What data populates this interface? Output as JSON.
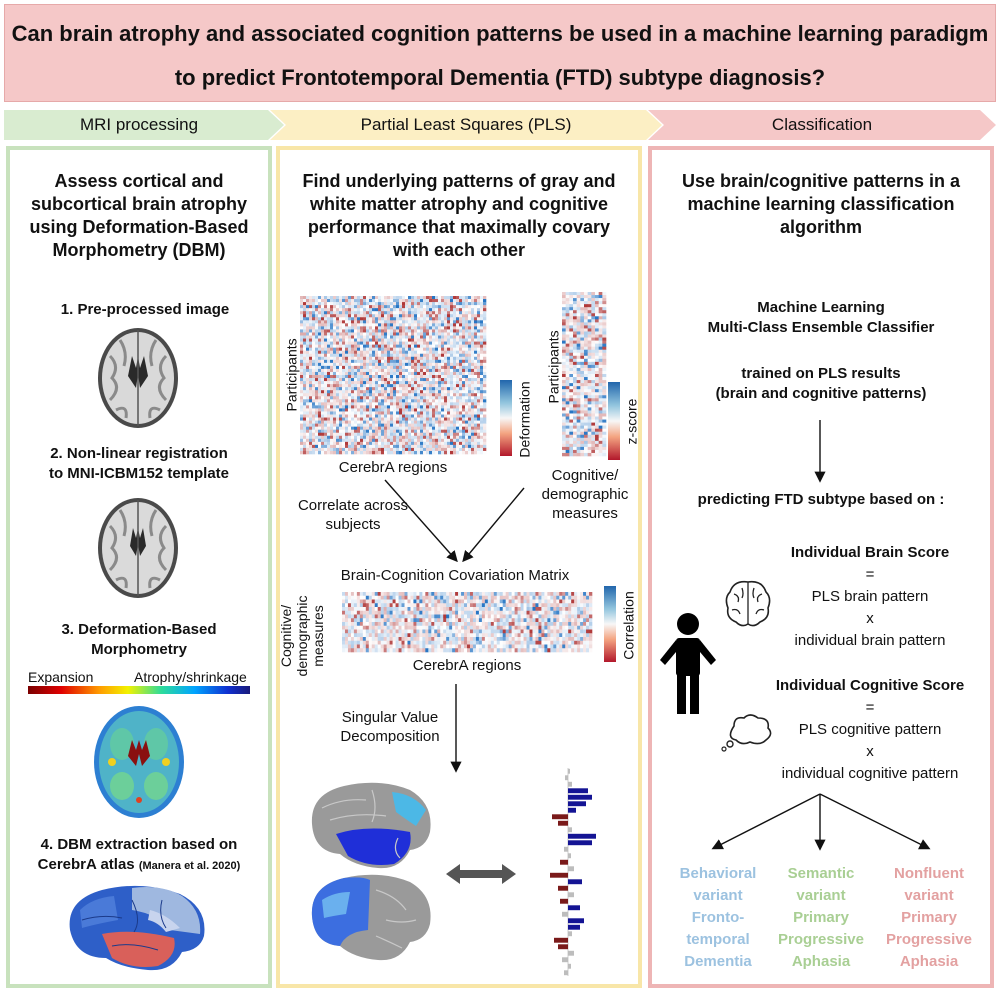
{
  "title": {
    "line1": "Can brain atrophy and associated cognition patterns be used in a machine learning paradigm",
    "line2": "to predict Frontotemporal Dementia (FTD) subtype diagnosis?"
  },
  "stages": {
    "mri": "MRI processing",
    "pls": "Partial Least Squares (PLS)",
    "classification": "Classification"
  },
  "mri_panel": {
    "heading": [
      "Assess cortical and",
      "subcortical brain atrophy",
      "using Deformation-Based",
      "Morphometry (DBM)"
    ],
    "step1": "1.  Pre-processed image",
    "step2": [
      "2. Non-linear registration",
      "to MNI-ICBM152 template"
    ],
    "step3": [
      "3. Deformation-Based",
      "Morphometry"
    ],
    "colorbar_left": "Expansion",
    "colorbar_right": "Atrophy/shrinkage",
    "step4": [
      "4. DBM extraction based on",
      "CerebrA atlas"
    ],
    "step4_ref": "(Manera et al. 2020)"
  },
  "pls_panel": {
    "heading": [
      "Find underlying patterns of gray and",
      "white matter atrophy and cognitive",
      "performance that maximally covary",
      "with each other"
    ],
    "participants_label": "Participants",
    "deformation_label": "Deformation",
    "cerebra_regions": "CerebrA regions",
    "zscore_label": "z-score",
    "cognitive_measures": [
      "Cognitive/",
      "demographic",
      "measures"
    ],
    "correlate": [
      "Correlate across",
      "subjects"
    ],
    "matrix_title": "Brain-Cognition Covariation Matrix",
    "correlation_label": "Correlation",
    "svd": [
      "Singular Value",
      "Decomposition"
    ]
  },
  "class_panel": {
    "heading": [
      "Use brain/cognitive patterns in a",
      "machine learning classification",
      "algorithm"
    ],
    "ml_title": [
      "Machine Learning",
      "Multi-Class Ensemble Classifier"
    ],
    "trained": [
      "trained on PLS results",
      "(brain and cognitive patterns)"
    ],
    "predicting": "predicting FTD subtype based on :",
    "brain_score": {
      "title": "Individual Brain Score",
      "eq": "=",
      "a": "PLS  brain pattern",
      "x": "x",
      "b": "individual brain pattern"
    },
    "cog_score": {
      "title": "Individual Cognitive Score",
      "eq": "=",
      "a": "PLS cognitive pattern",
      "x": "x",
      "b": "individual cognitive pattern"
    },
    "subtypes": [
      {
        "lines": [
          "Behavioral",
          "variant",
          "Fronto-",
          "temporal",
          "Dementia"
        ],
        "color": "#9cc2e0"
      },
      {
        "lines": [
          "Semantic",
          "variant",
          "Primary",
          "Progressive",
          "Aphasia"
        ],
        "color": "#a9cf94"
      },
      {
        "lines": [
          "Nonfluent",
          "variant",
          "Primary",
          "Progressive",
          "Aphasia"
        ],
        "color": "#e3a1a1"
      }
    ]
  },
  "colors": {
    "title_bg": "#f5c8c8",
    "mri": "#d9ecd0",
    "mri_border": "#c8e2bd",
    "pls": "#fcefc4",
    "pls_border": "#f8e6a8",
    "class": "#f5c8c8",
    "class_border": "#eeb5b5"
  }
}
